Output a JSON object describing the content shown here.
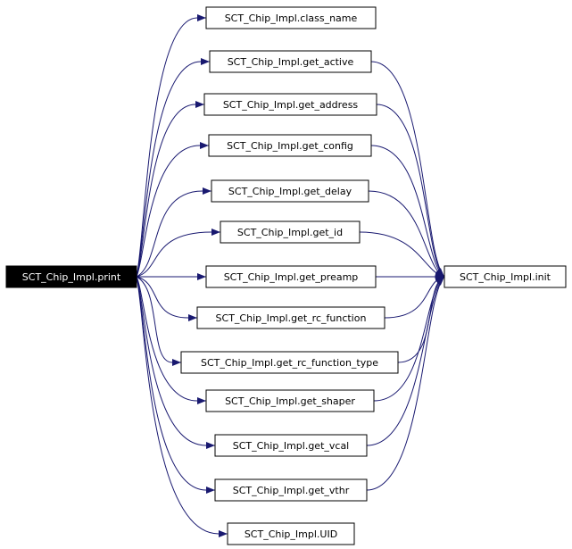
{
  "graph": {
    "source": {
      "id": "print",
      "label": "SCT_Chip_Impl.print"
    },
    "sink": {
      "id": "init",
      "label": "SCT_Chip_Impl.init"
    },
    "callees": [
      {
        "id": "class_name",
        "label": "SCT_Chip_Impl.class_name",
        "calls_init": false
      },
      {
        "id": "get_active",
        "label": "SCT_Chip_Impl.get_active",
        "calls_init": true
      },
      {
        "id": "get_address",
        "label": "SCT_Chip_Impl.get_address",
        "calls_init": true
      },
      {
        "id": "get_config",
        "label": "SCT_Chip_Impl.get_config",
        "calls_init": true
      },
      {
        "id": "get_delay",
        "label": "SCT_Chip_Impl.get_delay",
        "calls_init": true
      },
      {
        "id": "get_id",
        "label": "SCT_Chip_Impl.get_id",
        "calls_init": true
      },
      {
        "id": "get_preamp",
        "label": "SCT_Chip_Impl.get_preamp",
        "calls_init": true
      },
      {
        "id": "get_rc_function",
        "label": "SCT_Chip_Impl.get_rc_function",
        "calls_init": true
      },
      {
        "id": "get_rc_function_type",
        "label": "SCT_Chip_Impl.get_rc_function_type",
        "calls_init": true
      },
      {
        "id": "get_shaper",
        "label": "SCT_Chip_Impl.get_shaper",
        "calls_init": true
      },
      {
        "id": "get_vcal",
        "label": "SCT_Chip_Impl.get_vcal",
        "calls_init": true
      },
      {
        "id": "get_vthr",
        "label": "SCT_Chip_Impl.get_vthr",
        "calls_init": true
      },
      {
        "id": "UID",
        "label": "SCT_Chip_Impl.UID",
        "calls_init": false
      }
    ]
  },
  "colors": {
    "edge": "#191970",
    "source_fill": "#000000",
    "source_text": "#ffffff",
    "node_fill": "#ffffff",
    "node_stroke": "#000000",
    "node_text": "#000000"
  }
}
